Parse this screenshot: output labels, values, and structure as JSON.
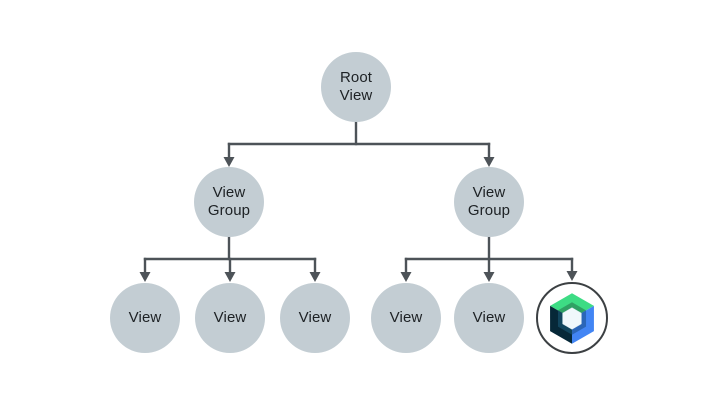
{
  "diagram": {
    "name": "view-hierarchy-tree",
    "colors": {
      "background": "#ffffff",
      "node_fill": "#c3cdd3",
      "node_text": "#1d2124",
      "connector": "#4d5358",
      "compose_ring": "#3c4043",
      "compose_green_outer": "#3ddc84",
      "compose_green_inner": "#2fa164",
      "compose_blue_outer": "#4285f4",
      "compose_blue_inner": "#2b66b8",
      "compose_navy_outer": "#062838",
      "compose_navy_inner": "#11455d",
      "compose_center": "#f0f8fb"
    },
    "tree": {
      "root": {
        "label": "Root\nView"
      },
      "groups": [
        {
          "label": "View\nGroup"
        },
        {
          "label": "View\nGroup"
        }
      ],
      "leaves_left": [
        {
          "label": "View"
        },
        {
          "label": "View"
        },
        {
          "label": "View"
        }
      ],
      "leaves_right": [
        {
          "label": "View"
        },
        {
          "label": "View"
        },
        {
          "icon": "jetpack-compose-logo"
        }
      ]
    }
  }
}
